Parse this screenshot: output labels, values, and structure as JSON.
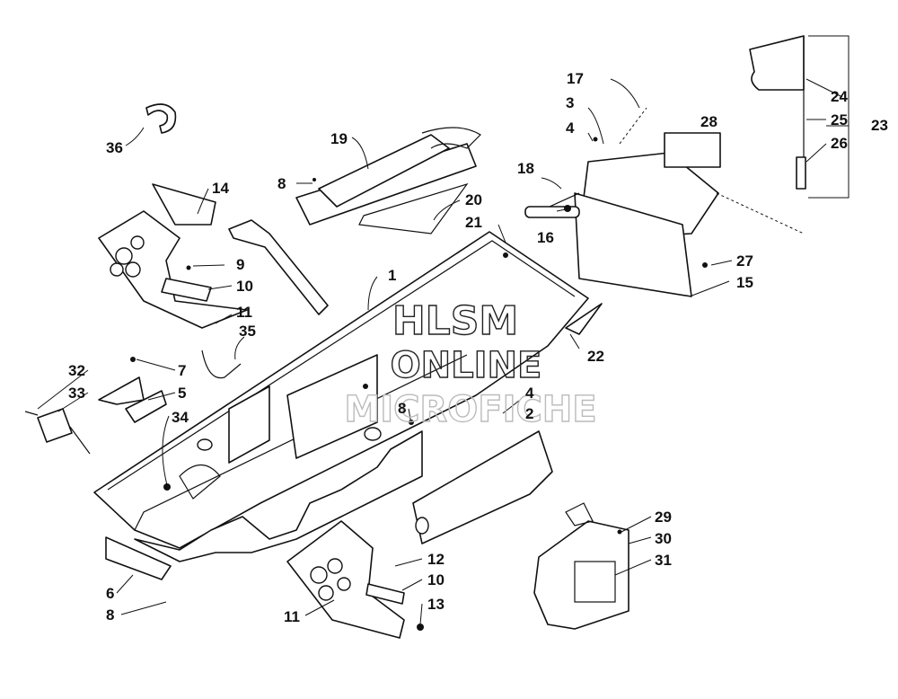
{
  "watermark": {
    "line1": "HLSM",
    "line2": "ONLINE",
    "line3": "MICROFICHE"
  },
  "callouts": [
    {
      "id": "c1",
      "text": "1"
    },
    {
      "id": "c2",
      "text": "2"
    },
    {
      "id": "c3",
      "text": "3"
    },
    {
      "id": "c4a",
      "text": "4"
    },
    {
      "id": "c4b",
      "text": "4"
    },
    {
      "id": "c5",
      "text": "5"
    },
    {
      "id": "c6",
      "text": "6"
    },
    {
      "id": "c7",
      "text": "7"
    },
    {
      "id": "c8a",
      "text": "8"
    },
    {
      "id": "c8b",
      "text": "8"
    },
    {
      "id": "c8c",
      "text": "8"
    },
    {
      "id": "c9",
      "text": "9"
    },
    {
      "id": "c10a",
      "text": "10"
    },
    {
      "id": "c10b",
      "text": "10"
    },
    {
      "id": "c11a",
      "text": "11"
    },
    {
      "id": "c11b",
      "text": "11"
    },
    {
      "id": "c12",
      "text": "12"
    },
    {
      "id": "c13",
      "text": "13"
    },
    {
      "id": "c14",
      "text": "14"
    },
    {
      "id": "c15",
      "text": "15"
    },
    {
      "id": "c16",
      "text": "16"
    },
    {
      "id": "c17",
      "text": "17"
    },
    {
      "id": "c18",
      "text": "18"
    },
    {
      "id": "c19",
      "text": "19"
    },
    {
      "id": "c20",
      "text": "20"
    },
    {
      "id": "c21",
      "text": "21"
    },
    {
      "id": "c22",
      "text": "22"
    },
    {
      "id": "c23",
      "text": "23"
    },
    {
      "id": "c24",
      "text": "24"
    },
    {
      "id": "c25",
      "text": "25"
    },
    {
      "id": "c26",
      "text": "26"
    },
    {
      "id": "c27",
      "text": "27"
    },
    {
      "id": "c28",
      "text": "28"
    },
    {
      "id": "c29",
      "text": "29"
    },
    {
      "id": "c30",
      "text": "30"
    },
    {
      "id": "c31",
      "text": "31"
    },
    {
      "id": "c32",
      "text": "32"
    },
    {
      "id": "c33",
      "text": "33"
    },
    {
      "id": "c34",
      "text": "34"
    },
    {
      "id": "c35",
      "text": "35"
    },
    {
      "id": "c36",
      "text": "36"
    }
  ]
}
